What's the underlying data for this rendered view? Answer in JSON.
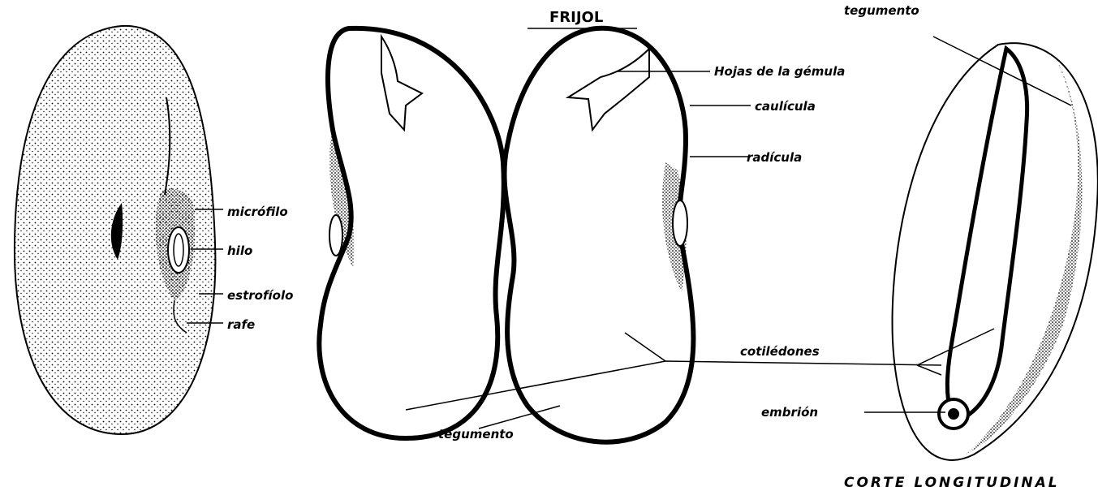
{
  "title": "FRIJOL",
  "section_caption": "CORTE LONGITUDINAL",
  "labels": {
    "micropilo": "micrófilo",
    "hilo": "hilo",
    "estrofiolo": "estrofíolo",
    "rafe": "rafe",
    "hojas_gemula": "Hojas de la gémula",
    "caulicula": "caulícula",
    "radicula": "radícula",
    "cotiledones": "cotilédones",
    "tegumento_bottom": "tegumento",
    "tegumento_top": "tegumento",
    "embrion": "embrión"
  },
  "colors": {
    "ink": "#000000",
    "paper": "#ffffff"
  }
}
